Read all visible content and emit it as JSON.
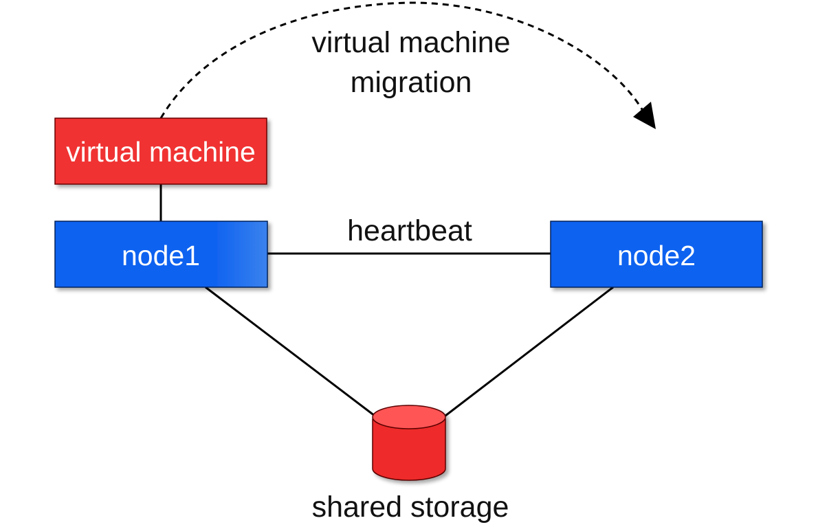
{
  "diagram": {
    "migration_label_line1": "virtual machine",
    "migration_label_line2": "migration",
    "vm_label": "virtual machine",
    "node1_label": "node1",
    "node2_label": "node2",
    "heartbeat_label": "heartbeat",
    "storage_label": "shared storage",
    "colors": {
      "vm_fill": "#f03030",
      "node_fill": "#0f62f0",
      "storage_fill": "#ee2b2b",
      "storage_top": "#ff5555",
      "line": "#000000"
    }
  }
}
